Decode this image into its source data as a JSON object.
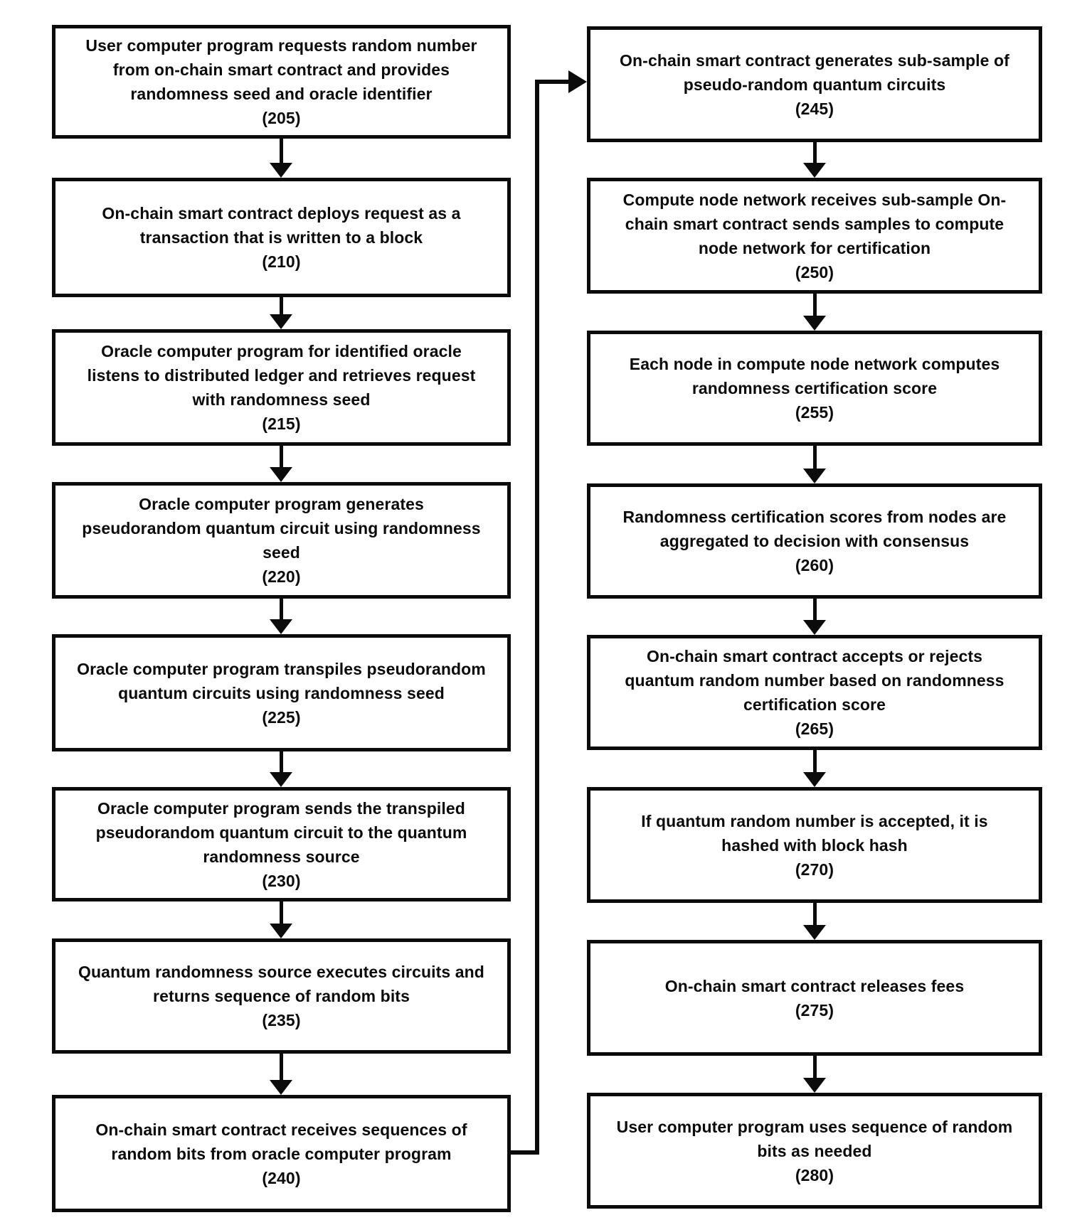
{
  "figure_type": "flowchart",
  "colors": {
    "ink": "#0b0b0b",
    "background": "#ffffff"
  },
  "flow": {
    "left": [
      {
        "id": "205",
        "text": "User computer program requests random number\nfrom on-chain smart contract and provides\nrandomness seed and oracle identifier",
        "ref": "(205)"
      },
      {
        "id": "210",
        "text": "On-chain smart contract deploys request as a\ntransaction that is written to a block",
        "ref": "(210)"
      },
      {
        "id": "215",
        "text": "Oracle computer program for identified oracle\nlistens to distributed ledger and retrieves request\nwith randomness seed",
        "ref": "(215)"
      },
      {
        "id": "220",
        "text": "Oracle computer program generates\npseudorandom quantum circuit using randomness\nseed",
        "ref": "(220)"
      },
      {
        "id": "225",
        "text": "Oracle computer program transpiles pseudorandom\nquantum circuits using randomness seed",
        "ref": "(225)"
      },
      {
        "id": "230",
        "text": "Oracle computer program sends the transpiled\npseudorandom quantum circuit to the quantum\nrandomness source",
        "ref": "(230)"
      },
      {
        "id": "235",
        "text": "Quantum randomness source executes circuits and\nreturns sequence of random bits",
        "ref": "(235)"
      },
      {
        "id": "240",
        "text": "On-chain smart contract receives sequences of\nrandom bits from oracle computer program",
        "ref": "(240)"
      }
    ],
    "right": [
      {
        "id": "245",
        "text": "On-chain smart contract generates sub-sample of\npseudo-random quantum circuits",
        "ref": "(245)"
      },
      {
        "id": "250",
        "text": "Compute node network receives sub-sample On-\nchain smart contract sends samples to compute\nnode network for certification",
        "ref": "(250)"
      },
      {
        "id": "255",
        "text": "Each node in compute node network computes\nrandomness certification score",
        "ref": "(255)"
      },
      {
        "id": "260",
        "text": "Randomness certification scores from nodes are\naggregated to decision with consensus",
        "ref": "(260)"
      },
      {
        "id": "265",
        "text": "On-chain smart contract accepts or rejects\nquantum random number based on randomness\ncertification score",
        "ref": "(265)"
      },
      {
        "id": "270",
        "text": "If quantum random number is accepted, it is\nhashed with block hash",
        "ref": "(270)"
      },
      {
        "id": "275",
        "text": "On-chain smart contract releases fees",
        "ref": "(275)"
      },
      {
        "id": "280",
        "text": "User computer program uses sequence of random\nbits as needed",
        "ref": "(280)"
      }
    ],
    "connector": {
      "from": "240",
      "to": "245"
    }
  }
}
